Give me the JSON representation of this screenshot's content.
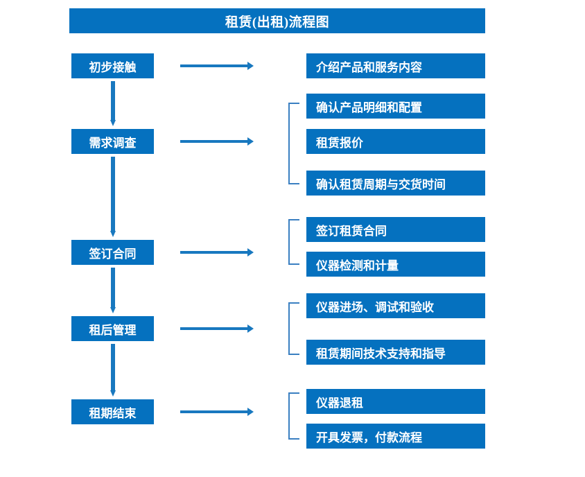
{
  "title": "租赁(出租)流程图",
  "theme": {
    "box_fill": "#0571bf",
    "box_text": "#ffffff",
    "arrow": "#1878bf",
    "bracket": "#3a7fc1",
    "background": "#ffffff"
  },
  "stages": [
    {
      "label": "初步接触"
    },
    {
      "label": "需求调查"
    },
    {
      "label": "签订合同"
    },
    {
      "label": "租后管理"
    },
    {
      "label": "租期结束"
    }
  ],
  "tasks": [
    {
      "label": "介绍产品和服务内容"
    },
    {
      "label": "确认产品明细和配置"
    },
    {
      "label": "租赁报价"
    },
    {
      "label": "确认租赁周期与交货时间"
    },
    {
      "label": "签订租赁合同"
    },
    {
      "label": "仪器检测和计量"
    },
    {
      "label": "仪器进场、调试和验收"
    },
    {
      "label": "租赁期间技术支持和指导"
    },
    {
      "label": "仪器退租"
    },
    {
      "label": "开具发票，付款流程"
    }
  ],
  "groups": [
    {
      "stage": "初步接触",
      "tasks": [
        "介绍产品和服务内容"
      ]
    },
    {
      "stage": "需求调查",
      "tasks": [
        "确认产品明细和配置",
        "租赁报价",
        "确认租赁周期与交货时间"
      ]
    },
    {
      "stage": "签订合同",
      "tasks": [
        "签订租赁合同",
        "仪器检测和计量"
      ]
    },
    {
      "stage": "租后管理",
      "tasks": [
        "仪器进场、调试和验收",
        "租赁期间技术支持和指导"
      ]
    },
    {
      "stage": "租期结束",
      "tasks": [
        "仪器退租",
        "开具发票，付款流程"
      ]
    }
  ]
}
